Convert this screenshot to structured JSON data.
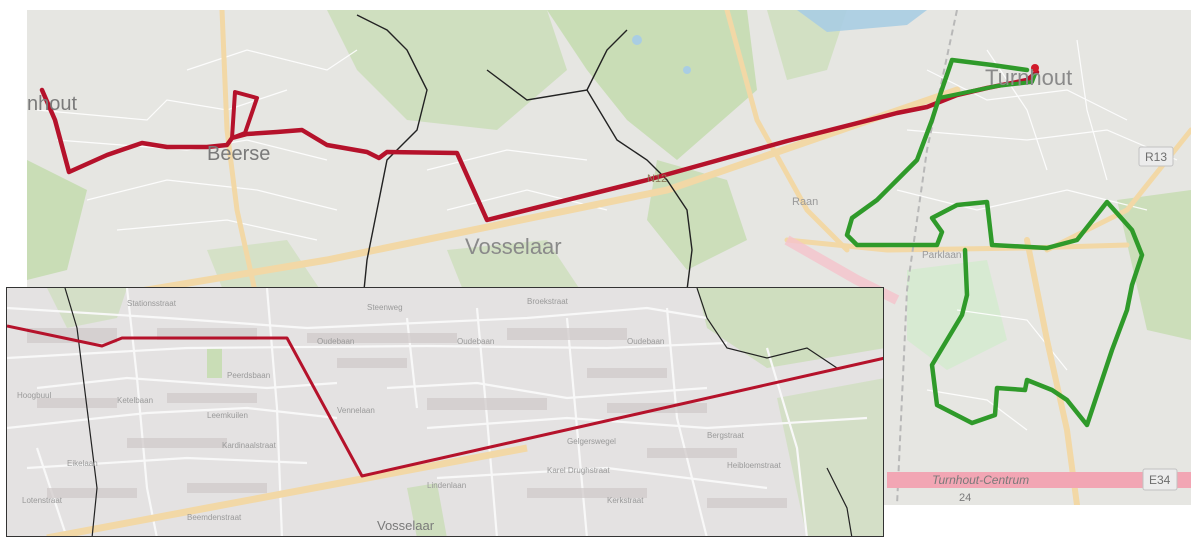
{
  "main_map": {
    "labels": {
      "turnhout_west": "nhout",
      "beerse": "Beerse",
      "vosselaar": "Vosselaar",
      "turnhout": "Turnhout",
      "raan": "Raan",
      "parklaan": "Parklaan",
      "nroad": "N12",
      "r13": "R13",
      "e34": "E34",
      "turnhout_centrum": "Turnhout-Centrum",
      "exit_24": "24"
    }
  },
  "inset_map": {
    "labels": {
      "vosselaar": "Vosselaar",
      "streets": [
        "Stationsstraat",
        "Steenweg",
        "Oudebaan",
        "Oudebaan",
        "Oudebaan",
        "Broekstraat",
        "Hoogbuul",
        "Ketelbaan",
        "Leemkuilen",
        "Peerdsbaan",
        "Kardinaalstraat",
        "Vennelaan",
        "Eikelaan",
        "Gelgerswegel",
        "Karel Drughstraat",
        "Bergstraat",
        "Heibloemstraat",
        "Lindenlaan",
        "Kerkstraat",
        "Lotenstraat",
        "Beemdenstraat"
      ]
    }
  },
  "routes": {
    "red_color": "#b5122b",
    "green_color": "#2f9a2a"
  },
  "colors": {
    "land": "#e6e6e2",
    "forest": "#c9ddb6",
    "road_major": "#f2d8a6",
    "motorway": "#f2a6b4",
    "boundary": "#222222",
    "water": "#a9cde3"
  }
}
